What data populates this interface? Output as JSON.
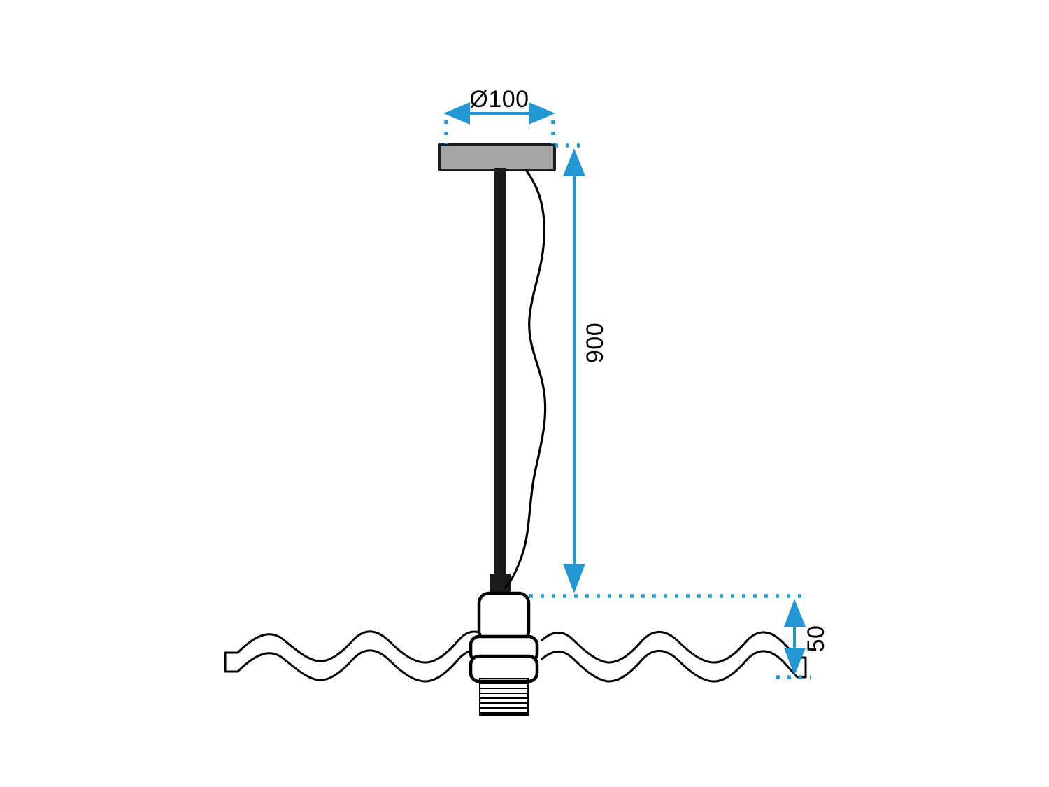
{
  "drawing": {
    "title": "Pendant Lamp Technical Dimension Drawing",
    "background_color": "#ffffff",
    "accent_color": "#2397d4",
    "outline_color": "#000000",
    "plate_fill_color": "#a6a6a6",
    "rod_color": "#1a1a1a",
    "units_note": ""
  },
  "dimensions": {
    "diameter": {
      "label": "Ø100",
      "value": 100,
      "symbol": "Ø",
      "orientation": "horizontal",
      "name": "canopy-diameter"
    },
    "drop": {
      "label": "900",
      "value": 900,
      "orientation": "vertical-rotated",
      "name": "suspension-drop-height"
    },
    "socket": {
      "label": "50",
      "value": 50,
      "orientation": "vertical-rotated",
      "name": "socket-height"
    }
  },
  "parts": {
    "canopy": "ceiling-canopy-plate",
    "rod": "suspension-rod",
    "cable": "power-cable",
    "socket_cap": "socket-upper-cap",
    "socket_ring_upper": "socket-ring-upper",
    "socket_ring_lower": "socket-ring-lower",
    "thread": "threaded-lamp-holder",
    "ceiling": "ceiling-break-line"
  }
}
